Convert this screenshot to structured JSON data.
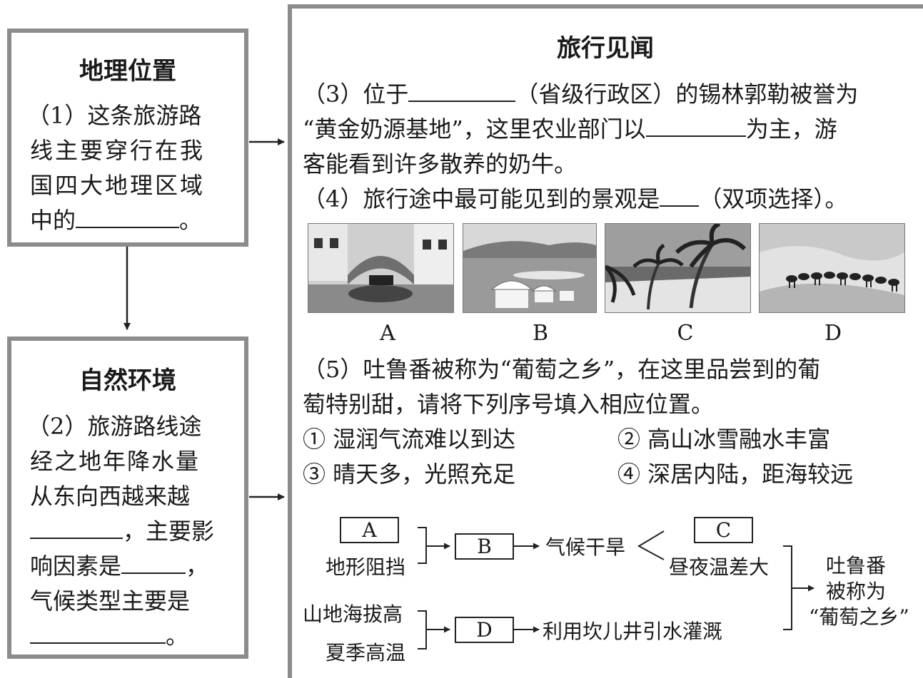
{
  "left_top": {
    "title": "地理位置",
    "lines": [
      "（1）这条旅游路",
      "线主要穿行在我",
      "国四大地理区域",
      "中的"
    ],
    "end": "。"
  },
  "left_bottom": {
    "title": "自然环境",
    "lines": [
      "（2）旅游路线途",
      "经之地年降水量",
      "从东向西越来越"
    ],
    "l4": "，主要影",
    "l5a": "响因素是",
    "l5b": "，",
    "l6": "气候类型主要是",
    "end": "。"
  },
  "right": {
    "title": "旅行见闻",
    "q3a": "（3）位于",
    "q3b": "（省级行政区）的锡林郭勒被誉为",
    "q3c": "“黄金奶源基地”，这里农业部门以",
    "q3d": "为主，游",
    "q3e": "客能看到许多散养的奶牛。",
    "q4a": "（4）旅行途中最可能见到的景观是",
    "q4b": "（双项选择）。",
    "image_labels": [
      "A",
      "B",
      "C",
      "D"
    ],
    "q5a": "（5）吐鲁番被称为“葡萄之乡”，在这里品尝到的葡",
    "q5b": "萄特别甜，请将下列序号填入相应位置。",
    "options": [
      "① 湿润气流难以到达",
      "② 高山冰雪融水丰富",
      "③ 晴天多，光照充足",
      "④ 深居内陆，距海较远"
    ]
  },
  "diagram": {
    "box_a": "A",
    "box_b": "B",
    "box_c": "C",
    "box_d": "D",
    "terrain": "地形阻挡",
    "climate": "气候干旱",
    "temp_diff": "昼夜温差大",
    "mountain": "山地海拔高",
    "summer": "夏季高温",
    "irrigation": "利用坎儿井引水灌溉",
    "result_1": "吐鲁番",
    "result_2": "被称为",
    "result_3": "“葡萄之乡”"
  }
}
